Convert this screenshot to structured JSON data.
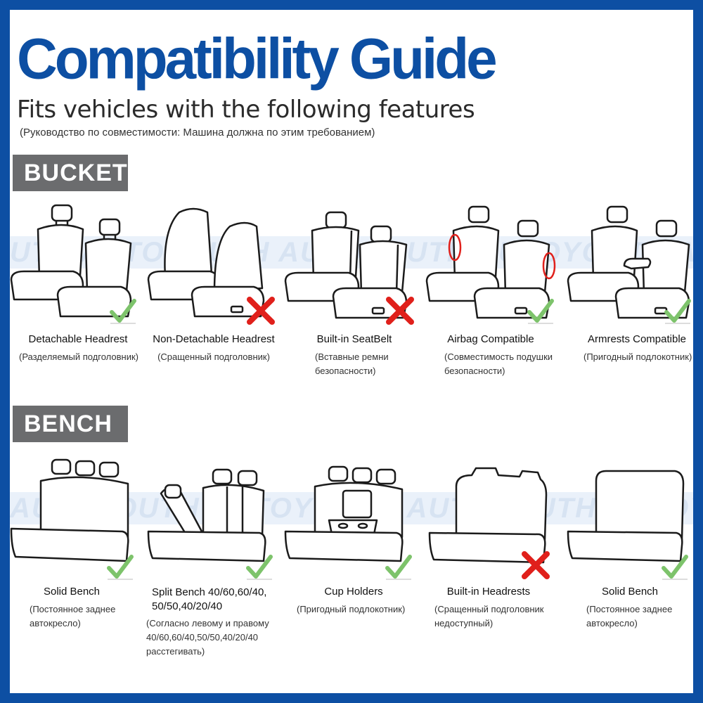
{
  "header": {
    "title": "Compatibility Guide",
    "subtitle": "Fits vehicles with the following features",
    "subtitle_ru": "(Руководство по совместимости: Машина должна по этим требованием)"
  },
  "watermark": "UTH  AUTOYOUTH  AUTOYOUTH  AUTOYOUTH  AUTOYOUTH  AUTOYOUTH",
  "watermark2": "AUTOYOUTH  AUTOYOUTH  AUTOYOUTH  AUTOYOUTH  AUTOYOUTH",
  "colors": {
    "brand": "#0d4fa3",
    "check": "#7dc36b",
    "cross": "#e0201b",
    "tag": "#6b6c6e"
  },
  "bucket": {
    "tag": "BUCKET",
    "items": [
      {
        "label": "Detachable Headrest",
        "sub": "(Разделяемый подголовник)",
        "status": "check"
      },
      {
        "label": "Non-Detachable Headrest",
        "sub": "(Сращенный подголовник)",
        "status": "cross"
      },
      {
        "label": "Built-in SeatBelt",
        "sub": "(Вставные ремни\nбезопасности)",
        "status": "cross"
      },
      {
        "label": "Airbag Compatible",
        "sub": "(Совместимость подушки\n безопасности)",
        "status": "check"
      },
      {
        "label": "Armrests Compatible",
        "sub": "(Пригодный подлокотник)",
        "status": "check"
      }
    ]
  },
  "bench": {
    "tag": "BENCH",
    "items": [
      {
        "label": "Solid Bench",
        "sub": "(Постоянное заднее\nавтокресло)",
        "status": "check"
      },
      {
        "label": "Split Bench 40/60,60/40,\n50/50,40/20/40",
        "sub": "(Согласно левому и правому\n40/60,60/40,50/50,40/20/40\nрасстегивать)",
        "status": "check"
      },
      {
        "label": "Cup Holders",
        "sub": "(Пригодный подлокотник)",
        "status": "check"
      },
      {
        "label": "Built-in Headrests",
        "sub": "(Сращенный подголовник\nнедоступный)",
        "status": "cross"
      },
      {
        "label": "Solid Bench",
        "sub": "(Постоянное заднее\nавтокресло)",
        "status": "check"
      }
    ]
  }
}
